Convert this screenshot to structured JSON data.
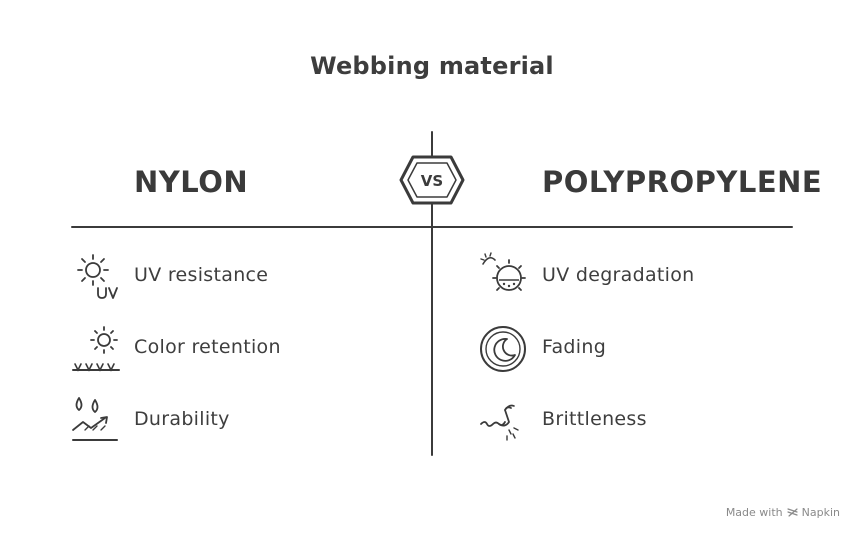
{
  "title": "Webbing material",
  "left": {
    "heading": "NYLON",
    "items": [
      {
        "label": "UV resistance",
        "icon": "sun-uv-icon"
      },
      {
        "label": "Color retention",
        "icon": "sun-grass-icon"
      },
      {
        "label": "Durability",
        "icon": "droplets-arrow-icon"
      }
    ]
  },
  "right": {
    "heading": "POLYPROPYLENE",
    "items": [
      {
        "label": "UV degradation",
        "icon": "sun-damage-icon"
      },
      {
        "label": "Fading",
        "icon": "fading-circle-icon"
      },
      {
        "label": "Brittleness",
        "icon": "breaking-fiber-icon"
      }
    ]
  },
  "vs_label": "VS",
  "footer": {
    "made_with": "Made with",
    "brand": "Napkin"
  }
}
